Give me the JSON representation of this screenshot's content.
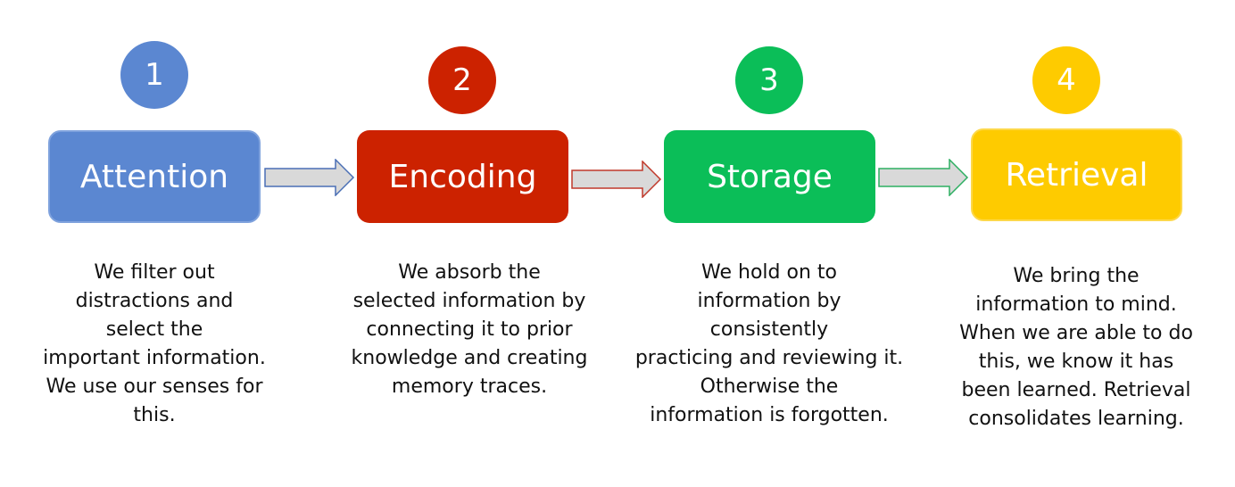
{
  "steps": [
    {
      "number": "1",
      "title": "Attention",
      "color": "#5B87D1",
      "description": [
        "We filter out",
        "distractions and",
        "select the",
        "important information.",
        "We use our senses for",
        "this."
      ]
    },
    {
      "number": "2",
      "title": "Encoding",
      "color": "#CC2200",
      "description": [
        "We absorb the",
        "selected information by",
        "connecting it to prior",
        "knowledge and creating",
        "memory traces."
      ]
    },
    {
      "number": "3",
      "title": "Storage",
      "color": "#0BBE58",
      "description": [
        "We hold on to",
        "information by",
        "consistently",
        "practicing and reviewing it.",
        "Otherwise the",
        "information is forgotten."
      ]
    },
    {
      "number": "4",
      "title": "Retrieval",
      "color": "#FECB00",
      "description": [
        "We bring the",
        "information to mind.",
        "When we are able to do",
        "this, we know it has",
        "been learned. Retrieval",
        "consolidates learning."
      ]
    }
  ],
  "arrow_fill": "#D9D9D9",
  "arrow_outlines": [
    "#4A6FB5",
    "#C0392B",
    "#2EAF62"
  ]
}
